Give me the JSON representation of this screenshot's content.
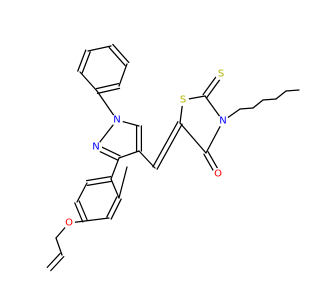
{
  "colors": {
    "background": "#ffffff",
    "bond": "#000000",
    "nitrogen": "#0000ff",
    "oxygen": "#ff0000",
    "sulfur": "#b2b200"
  },
  "atoms": {
    "n_pyrazole_1": "N",
    "n_pyrazole_2": "N",
    "s_ring": "S",
    "s_thione": "S",
    "n_ring": "N",
    "o_carbonyl": "O",
    "o_ether": "O"
  }
}
